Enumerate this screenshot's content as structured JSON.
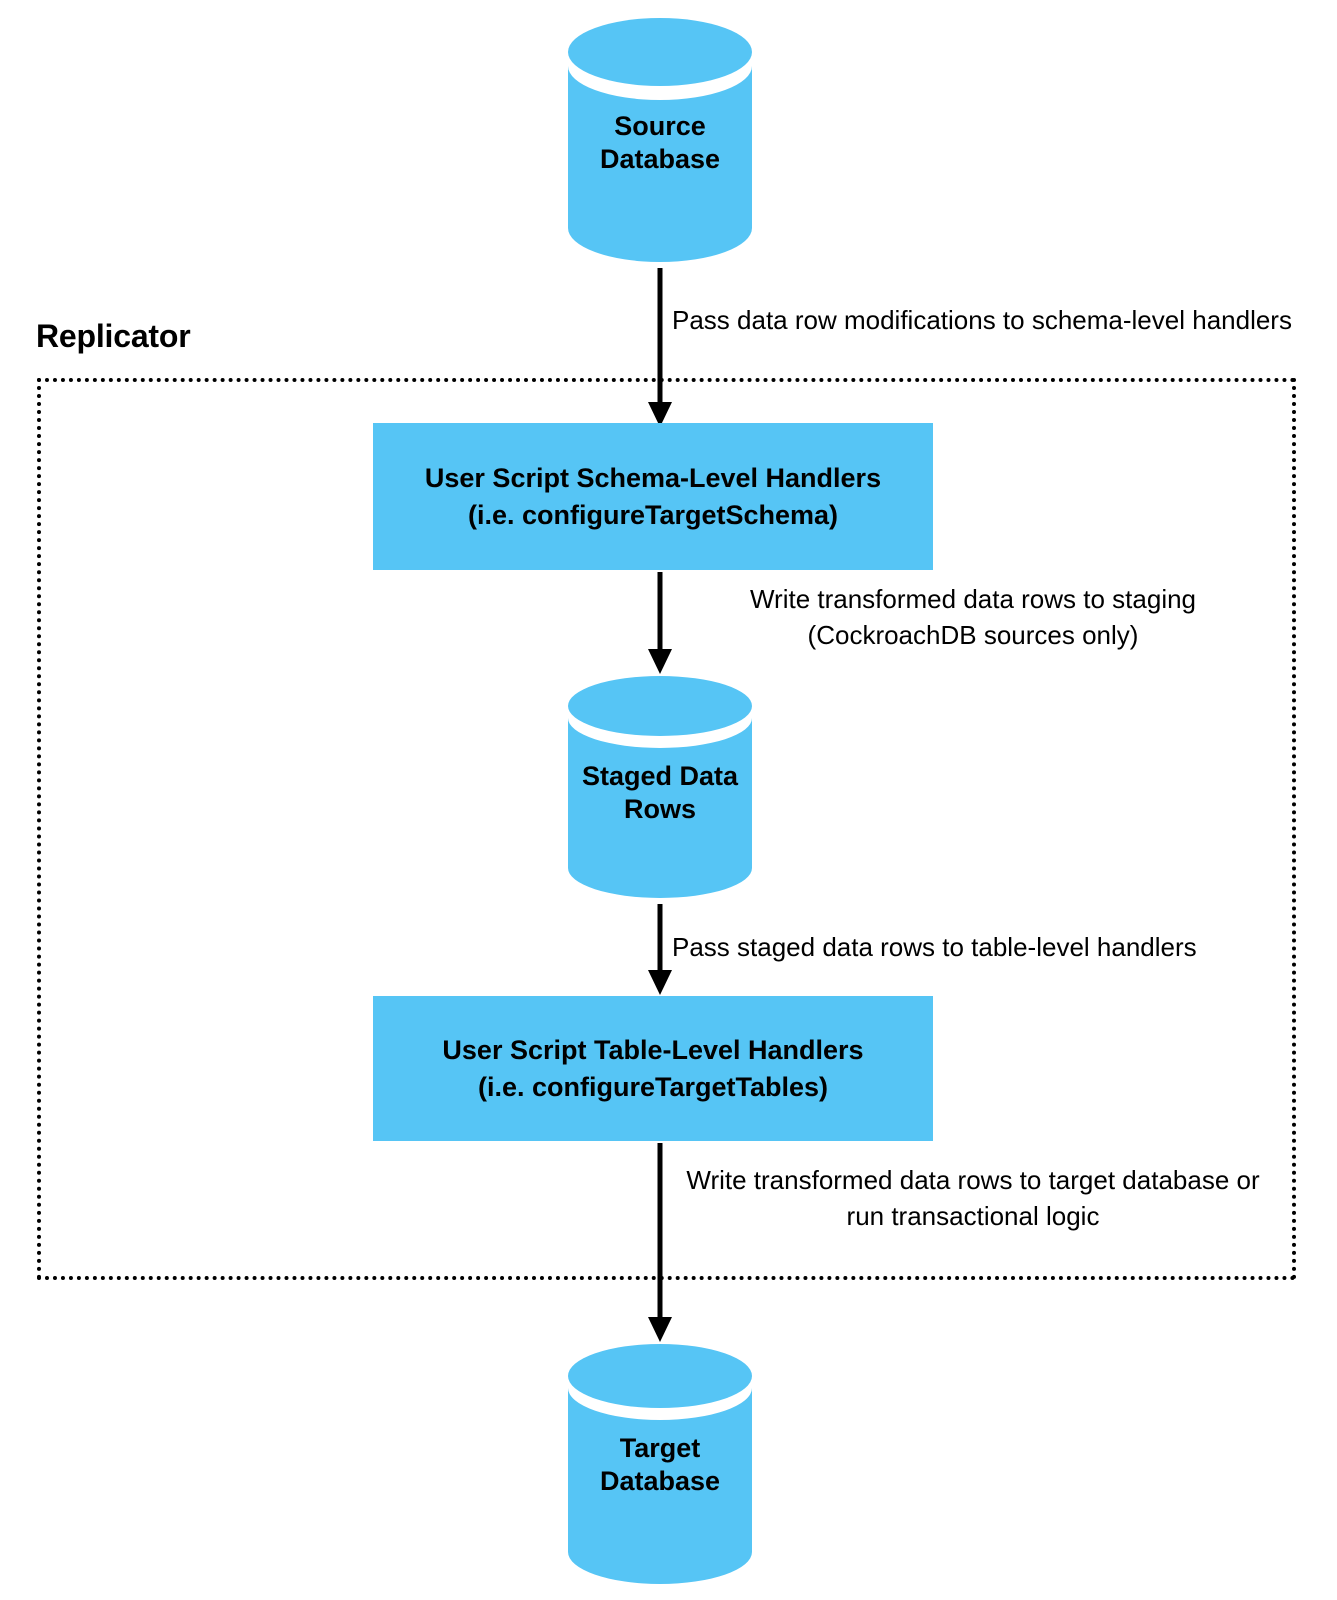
{
  "diagram": {
    "title": "Replicator",
    "accent_color": "#56c5f5",
    "line_color": "#000000",
    "background_color": "#ffffff"
  },
  "nodes": {
    "source_database": {
      "label": "Source\nDatabase",
      "shape": "cylinder"
    },
    "schema_handlers": {
      "label": "User Script Schema-Level Handlers\n(i.e. configureTargetSchema)",
      "shape": "rectangle"
    },
    "staged_data_rows": {
      "label": "Staged Data\nRows",
      "shape": "cylinder"
    },
    "table_handlers": {
      "label": "User Script Table-Level Handlers\n(i.e. configureTargetTables)",
      "shape": "rectangle"
    },
    "target_database": {
      "label": "Target\nDatabase",
      "shape": "cylinder"
    }
  },
  "edges": {
    "source_to_schema": {
      "label": "Pass data row modifications to schema-level handlers"
    },
    "schema_to_staged": {
      "label": "Write transformed data rows to staging\n(CockroachDB sources only)"
    },
    "staged_to_table": {
      "label": "Pass staged data rows to table-level handlers"
    },
    "table_to_target": {
      "label": "Write transformed data rows to target database or\nrun transactional logic"
    }
  }
}
